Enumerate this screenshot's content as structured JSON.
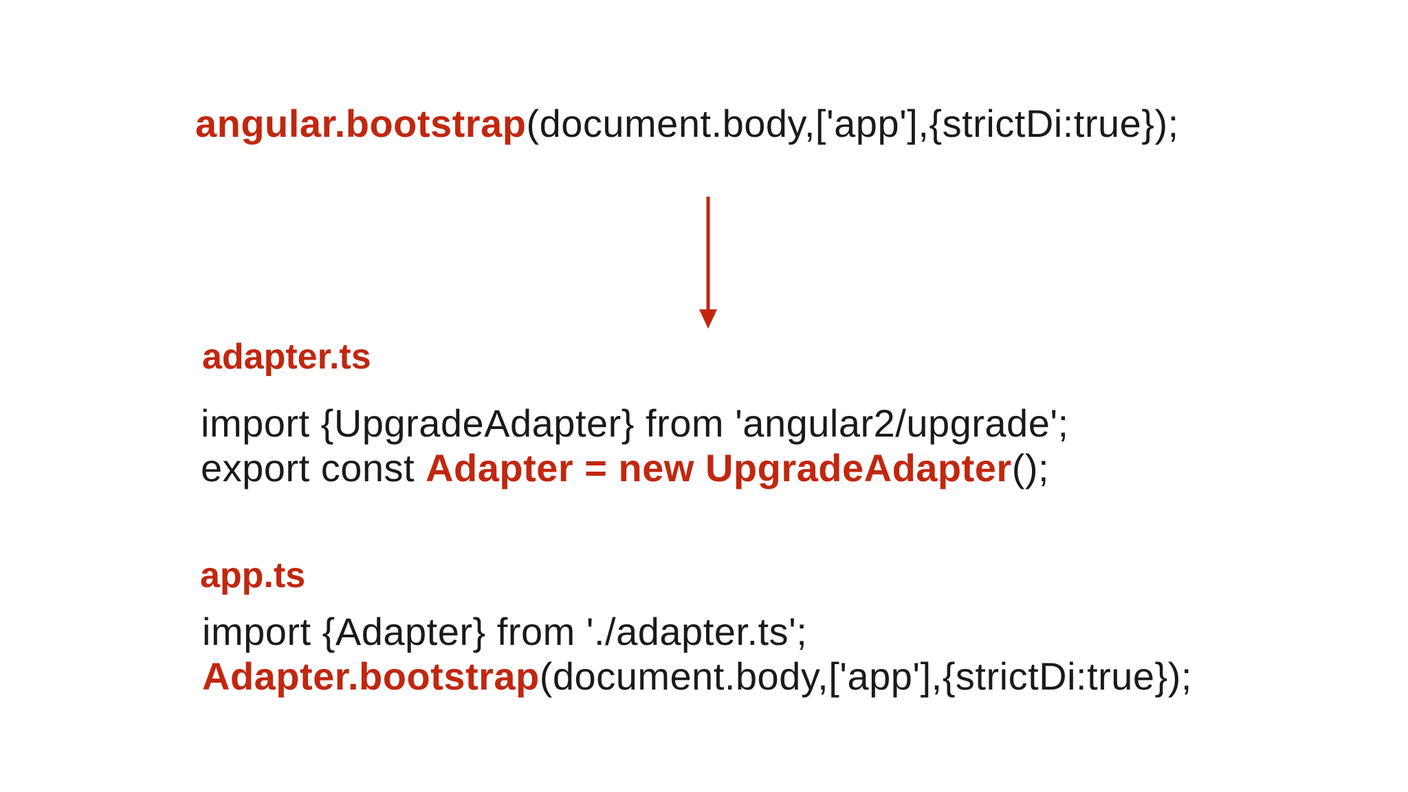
{
  "colors": {
    "accent": "#c1270f",
    "text": "#1a1a1a",
    "background": "#ffffff"
  },
  "top": {
    "highlight": "angular.bootstrap",
    "rest": "(document.body,['app'],{strictDi:true});"
  },
  "adapter_file": {
    "heading": "adapter.ts",
    "line1": "import {UpgradeAdapter} from 'angular2/upgrade';",
    "line2_prefix": "export const ",
    "line2_highlight": "Adapter = new UpgradeAdapter",
    "line2_suffix": "();"
  },
  "app_file": {
    "heading": "app.ts",
    "line1": "import {Adapter} from './adapter.ts';",
    "line2_highlight": "Adapter.bootstrap",
    "line2_rest": "(document.body,['app'],{strictDi:true});"
  },
  "icons": {
    "arrow": "arrow-down-icon"
  }
}
